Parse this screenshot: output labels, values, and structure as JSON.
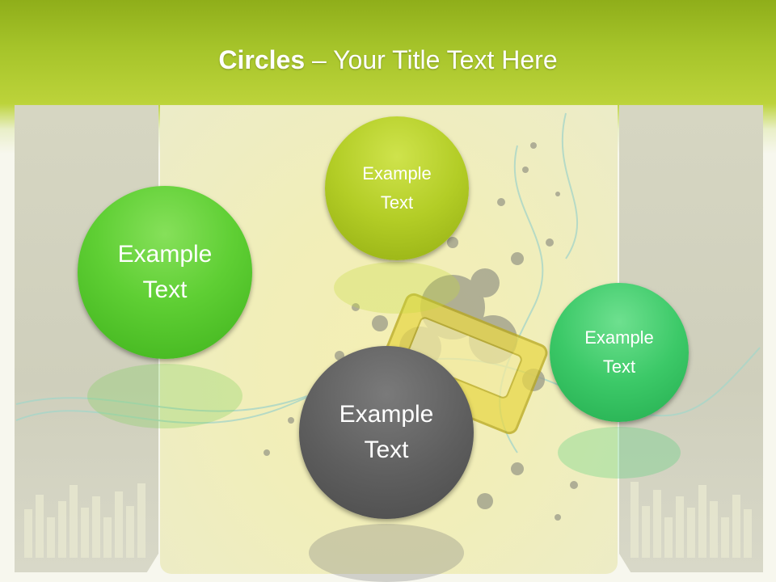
{
  "slide": {
    "title_bold": "Circles",
    "title_rest": " – Your Title Text Here"
  },
  "circles": [
    {
      "text": "Example\nText",
      "color": "#5fcf34"
    },
    {
      "text": "Example\nText",
      "color": "#b3cd26"
    },
    {
      "text": "Example\nText",
      "color": "#3cc968"
    },
    {
      "text": "Example\nText",
      "color": "#5e5e5e"
    }
  ],
  "colors": {
    "header_green": "#a6c42a",
    "background": "#f7f7ee"
  }
}
